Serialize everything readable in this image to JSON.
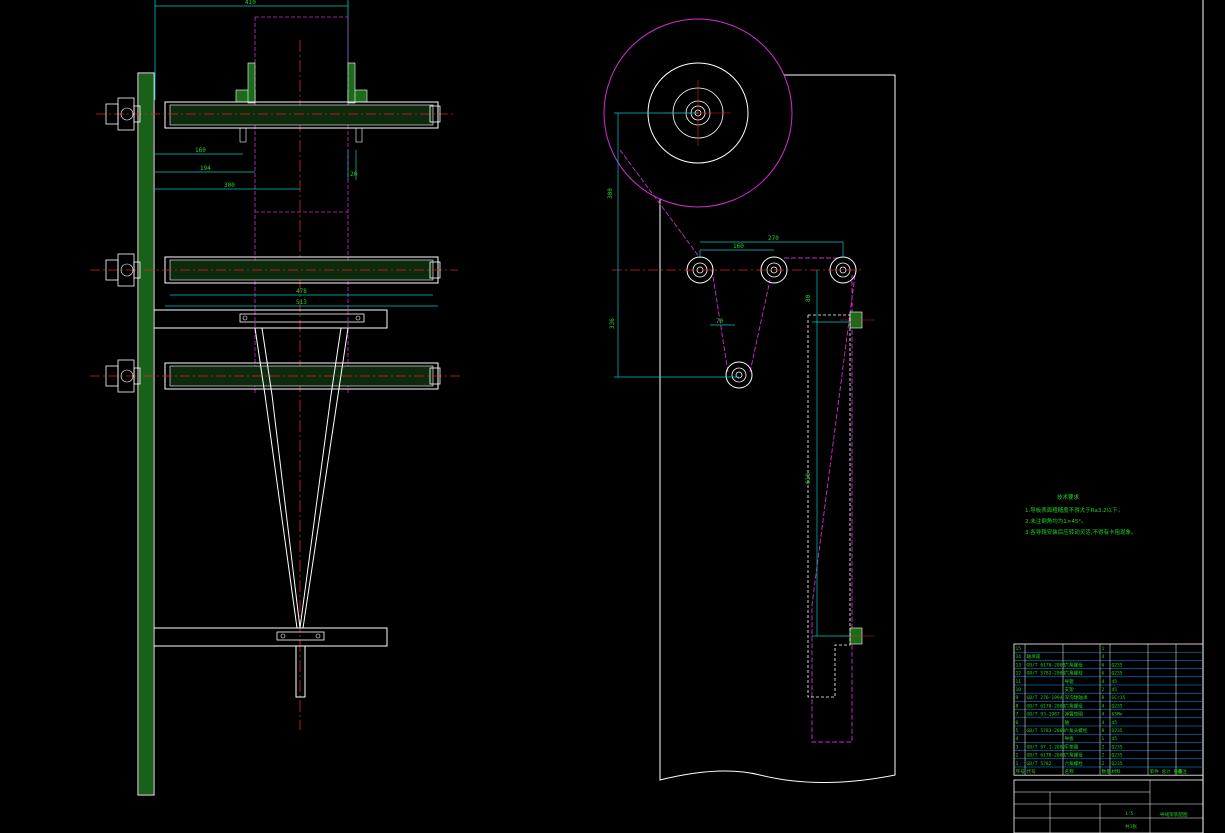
{
  "dimensions": {
    "top_width": "410",
    "d160": "160",
    "d194": "194",
    "d300": "300",
    "d20": "20",
    "d478": "478",
    "d513": "513",
    "right_300": "300",
    "right_336": "336",
    "right_160": "160",
    "right_270": "270",
    "right_70": "70",
    "right_80": "80",
    "right_610": "610"
  },
  "tech_notes": {
    "title": "技术要求",
    "lines": [
      "1.导板表面粗糙度不得大于Ra3.2以下。",
      "2.未注倒角均为1×45°。",
      "3.各导辊安装后应转动灵活,不得有卡阻现象。"
    ]
  },
  "parts_list": [
    {
      "no": "15",
      "code": "",
      "name": "",
      "qty": "1",
      "mat": ""
    },
    {
      "no": "14",
      "code": "轴承座",
      "name": "",
      "qty": "4",
      "mat": ""
    },
    {
      "no": "13",
      "code": "GB/T 6170-2000",
      "name": "六角螺母",
      "qty": "6",
      "mat": "Q235"
    },
    {
      "no": "12",
      "code": "GB/T 5782-2000",
      "name": "六角螺栓",
      "qty": "6",
      "mat": "Q235"
    },
    {
      "no": "11",
      "code": "",
      "name": "导辊",
      "qty": "4",
      "mat": "45"
    },
    {
      "no": "10",
      "code": "",
      "name": "支架",
      "qty": "2",
      "mat": "45"
    },
    {
      "no": "9",
      "code": "GB/T 276-1994",
      "name": "深沟球轴承",
      "qty": "8",
      "mat": "GCr15"
    },
    {
      "no": "8",
      "code": "GB/T 6170-2000",
      "name": "六角螺母",
      "qty": "4",
      "mat": "Q235"
    },
    {
      "no": "7",
      "code": "GB/T 93-1987",
      "name": "弹簧垫圈",
      "qty": "4",
      "mat": "65Mn"
    },
    {
      "no": "6",
      "code": "",
      "name": "轴",
      "qty": "4",
      "mat": "45"
    },
    {
      "no": "5",
      "code": "GB/T 5783-2000",
      "name": "六角头螺栓",
      "qty": "8",
      "mat": "Q235"
    },
    {
      "no": "4",
      "code": "",
      "name": "导板",
      "qty": "1",
      "mat": "45"
    },
    {
      "no": "3",
      "code": "GB/T 97.1-2002",
      "name": "平垫圈",
      "qty": "2",
      "mat": "Q235"
    },
    {
      "no": "2",
      "code": "GB/T 6170-2000",
      "name": "六角螺母",
      "qty": "2",
      "mat": "Q235"
    },
    {
      "no": "1",
      "code": "GB/T 5782",
      "name": "六角螺栓",
      "qty": "2",
      "mat": "Q235"
    }
  ],
  "parts_header": {
    "no": "序号",
    "code": "代号",
    "name": "名称",
    "qty": "数量",
    "mat": "材料",
    "weight": "单件 总计 重量",
    "remark": "备注"
  },
  "title_block": {
    "drawing_name": "导线架装配图",
    "scale": "1:5",
    "sheet": "共1张"
  }
}
